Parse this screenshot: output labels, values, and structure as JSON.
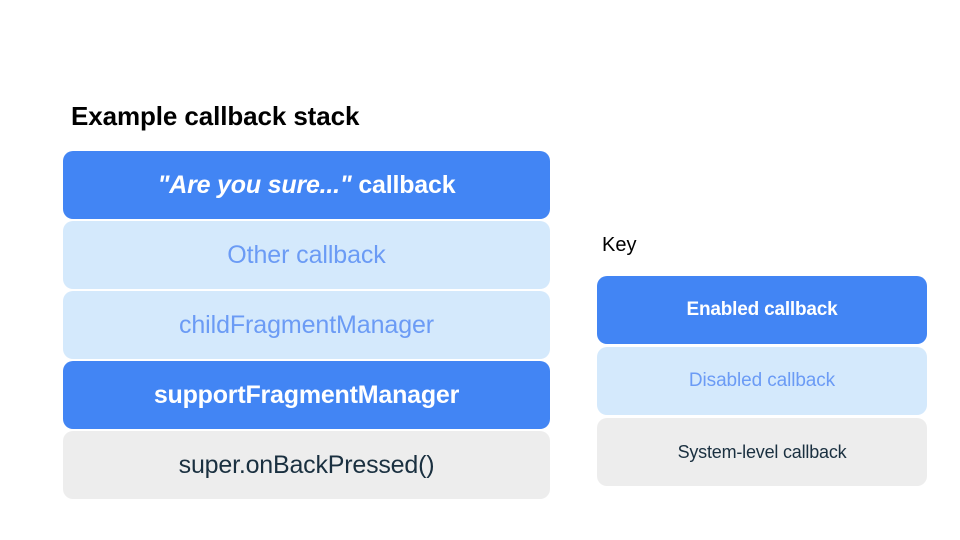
{
  "colors": {
    "background": "#ffffff",
    "enabled_fill": "#4285f4",
    "enabled_text": "#ffffff",
    "disabled_fill": "#d4e9fc",
    "disabled_text": "#6b9bf5",
    "system_fill": "#ededed",
    "system_text": "#1a3040",
    "heading_text": "#000000"
  },
  "stack": {
    "title": "Example callback stack",
    "items": [
      {
        "label": "\"Are you sure...\" callback",
        "quoted_part": "\"Are you sure...\"",
        "plain_part": " callback",
        "state": "enabled"
      },
      {
        "label": "Other callback",
        "state": "disabled"
      },
      {
        "label": "childFragmentManager",
        "state": "disabled"
      },
      {
        "label": "supportFragmentManager",
        "state": "enabled"
      },
      {
        "label": "super.onBackPressed()",
        "state": "system"
      }
    ]
  },
  "key": {
    "title": "Key",
    "items": [
      {
        "label": "Enabled callback",
        "state": "enabled"
      },
      {
        "label": "Disabled callback",
        "state": "disabled"
      },
      {
        "label": "System-level callback",
        "state": "system"
      }
    ]
  }
}
